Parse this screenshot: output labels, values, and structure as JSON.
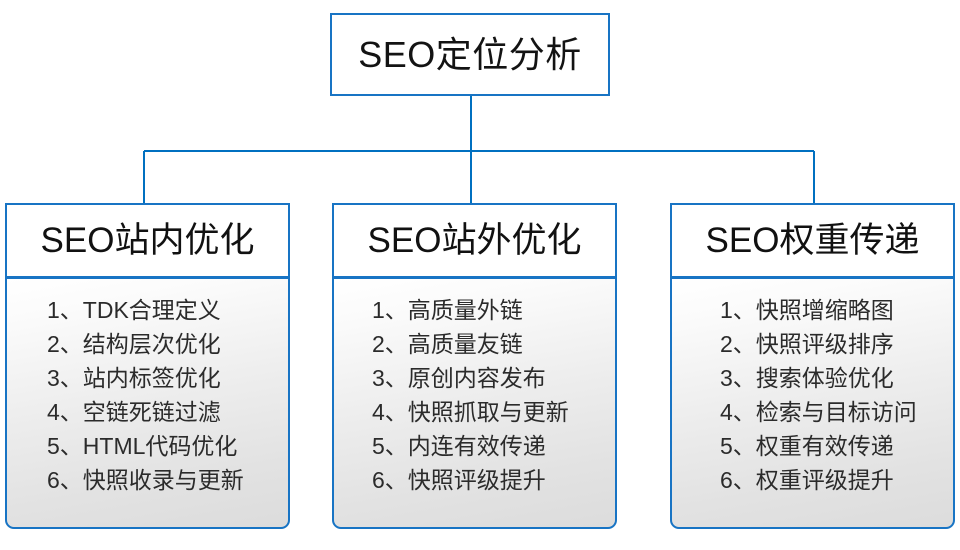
{
  "diagram": {
    "type": "organization-tree",
    "accent_color": "#1874c4",
    "connector_color": "#0070c0",
    "background_color": "#ffffff",
    "root": {
      "title": "SEO定位分析"
    },
    "branches": [
      {
        "id": "on-site",
        "header": "SEO站内优化",
        "items": [
          "1、TDK合理定义",
          "2、结构层次优化",
          "3、站内标签优化",
          "4、空链死链过滤",
          "5、HTML代码优化",
          "6、快照收录与更新"
        ]
      },
      {
        "id": "off-site",
        "header": "SEO站外优化",
        "items": [
          "1、高质量外链",
          "2、高质量友链",
          "3、原创内容发布",
          "4、快照抓取与更新",
          "5、内连有效传递",
          "6、快照评级提升"
        ]
      },
      {
        "id": "weight-transfer",
        "header": "SEO权重传递",
        "items": [
          "1、快照增缩略图",
          "2、快照评级排序",
          "3、搜索体验优化",
          "4、检索与目标访问",
          "5、权重有效传递",
          "6、权重评级提升"
        ]
      }
    ]
  }
}
